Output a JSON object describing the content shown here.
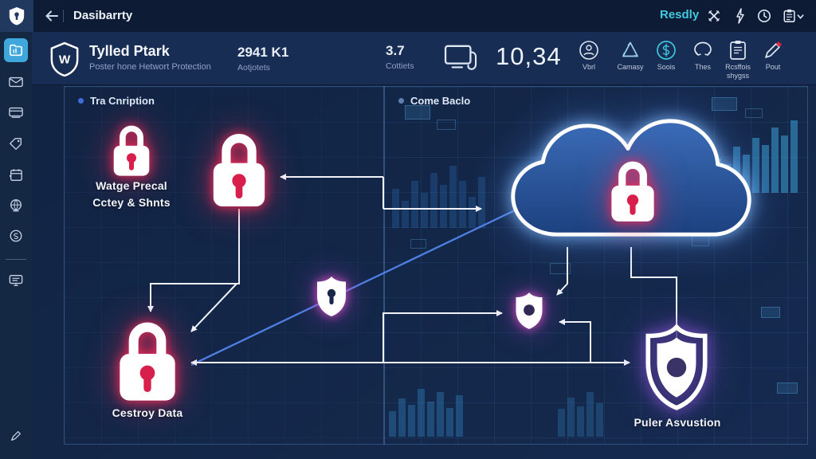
{
  "topbar": {
    "title": "Dasibarrty",
    "status": "Resdly",
    "icons": [
      "shield-logo-icon",
      "back-arrow-icon",
      "tools-icon",
      "bolt-icon",
      "clock-icon",
      "clipboard-icon"
    ]
  },
  "sidebar": {
    "icons": [
      "folder-icon",
      "mail-icon",
      "card-icon",
      "tag-icon",
      "calendar-icon",
      "globe-icon",
      "badge-icon",
      "monitor-icon",
      "pen-icon"
    ]
  },
  "header": {
    "logo_letter": "W",
    "title": "Tylled Ptark",
    "subtitle": "Poster hone Hetwort Protection",
    "stats": [
      {
        "value": "2941 K1",
        "label": "Aotjotets"
      },
      {
        "value": "3.7",
        "label": "Cottiets"
      }
    ],
    "big_number": "10,34",
    "tools": [
      {
        "label": "Vbrl",
        "icon": "user-circle-icon"
      },
      {
        "label": "Camasy",
        "icon": "recycle-triangle-icon"
      },
      {
        "label": "Soois",
        "icon": "currency-circle-icon"
      },
      {
        "label": "Thes",
        "icon": "sync-loop-icon"
      },
      {
        "label": "Rcsffois",
        "label2": "shygss",
        "icon": "clipboard-report-icon"
      },
      {
        "label": "Pout",
        "icon": "edit-pencil-icon"
      }
    ]
  },
  "panels": {
    "left": {
      "title": "Tra Cnription"
    },
    "right": {
      "title": "Come Baclo"
    }
  },
  "diagram": {
    "lock_small_label_line1": "Watge Precal",
    "lock_small_label_line2": "Cctey & Shnts",
    "lock_bottom_label": "Cestroy Data",
    "shield_big_label": "Puler Asvustion",
    "nodes": [
      "lock-small",
      "lock-big",
      "lock-bottom",
      "shield-mid",
      "cloud-lock",
      "shield-right-small",
      "shield-big"
    ]
  },
  "colors": {
    "accent_cyan": "#3ec6dc",
    "lock_red": "#d81f4c",
    "glow_pink": "#ff2a5a",
    "cloud_blue": "#2a59a4",
    "link_blue": "#4f7fe3",
    "sidebar_active": "#3fa7dc"
  }
}
